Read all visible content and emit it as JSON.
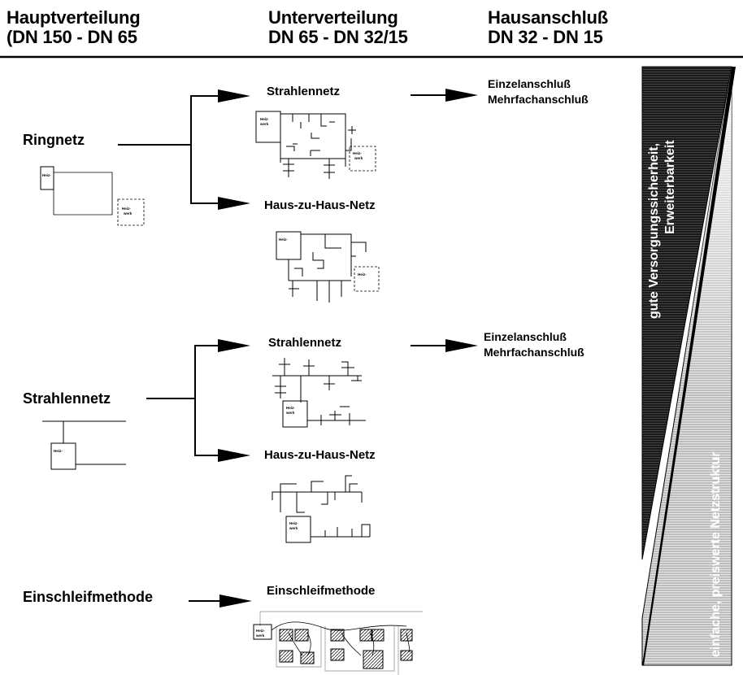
{
  "header": {
    "col1_line1": "Hauptverteilung",
    "col1_line2": "(DN 150 - DN 65",
    "col2_line1": "Unterverteilung",
    "col2_line2": "DN 65 - DN 32/15",
    "col3_line1": "Hausanschluß",
    "col3_line2": "DN 32 - DN 15"
  },
  "left": {
    "ringnetz": "Ringnetz",
    "strahlennetz": "Strahlennetz",
    "einschleifmethode": "Einschleifmethode"
  },
  "middle": {
    "strahlennetz_1": "Strahlennetz",
    "haus_zu_haus_1": "Haus-zu-Haus-Netz",
    "strahlennetz_2": "Strahlennetz",
    "haus_zu_haus_2": "Haus-zu-Haus-Netz",
    "einschleifmethode": "Einschleifmethode"
  },
  "right": {
    "einzel_1": "Einzelanschluß",
    "mehrfach_1": "Mehrfachanschluß",
    "einzel_2": "Einzelanschluß",
    "mehrfach_2": "Mehrfachanschluß"
  },
  "heizwerk": {
    "line1": "Heiz-",
    "line2": "werk"
  },
  "wedge": {
    "dark_line1": "gute Versorgungssicherheit,",
    "dark_line2": "Erweiterbarkeit",
    "light": "einfache, preiswerte Netzstruktur"
  },
  "colors": {
    "line": "#000000",
    "wedge_dark": "#222222",
    "wedge_light": "#c8c8c8"
  }
}
